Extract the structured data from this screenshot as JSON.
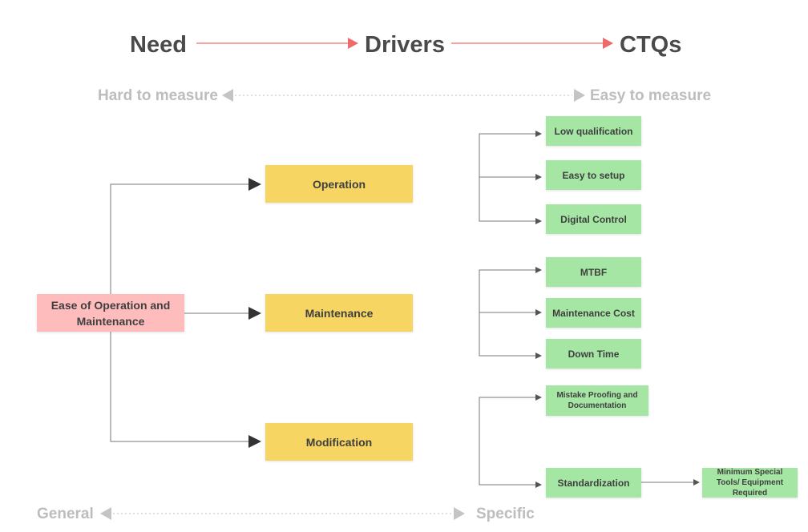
{
  "headers": {
    "need": "Need",
    "drivers": "Drivers",
    "ctqs": "CTQs"
  },
  "scales": {
    "hard": "Hard to measure",
    "easy": "Easy to measure",
    "general": "General",
    "specific": "Specific"
  },
  "need": "Ease of Operation and Maintenance",
  "drivers": [
    "Operation",
    "Maintenance",
    "Modification"
  ],
  "ctqs": {
    "operation": [
      "Low qualification",
      "Easy to setup",
      "Digital Control"
    ],
    "maintenance": [
      "MTBF",
      "Maintenance Cost",
      "Down Time"
    ],
    "modification": [
      "Mistake Proofing and Documentation",
      "Standardization"
    ]
  },
  "sub_ctq": "Minimum Special Tools/ Equipment Required",
  "colors": {
    "need": "#ffbcbc",
    "driver": "#f7d563",
    "ctq": "#a6e6a4",
    "header_arrow": "#ef6a6a",
    "scale": "#bdbdbd",
    "connector": "#777777"
  }
}
